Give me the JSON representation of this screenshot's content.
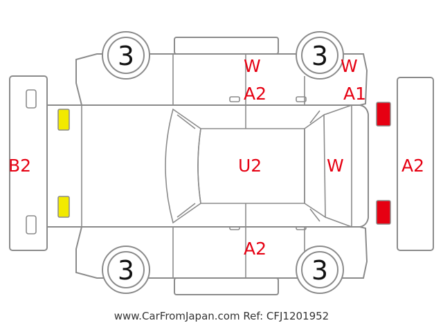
{
  "wheels": {
    "front_left": "3",
    "front_right": "3",
    "rear_left": "3",
    "rear_right": "3"
  },
  "damage_codes": {
    "roof": "U2",
    "front_bumper": "A2",
    "rear_bumper": "B2",
    "windshield": "W",
    "top_door_w": "W",
    "top_door_a": "A2",
    "top_fender_w": "W",
    "top_fender_a": "A1",
    "bottom_door": "A2"
  },
  "markers": {
    "yellow": "#f2ea00",
    "red": "#e60012"
  },
  "caption": "www.CarFromJapan.com Ref: CFJ1201952"
}
